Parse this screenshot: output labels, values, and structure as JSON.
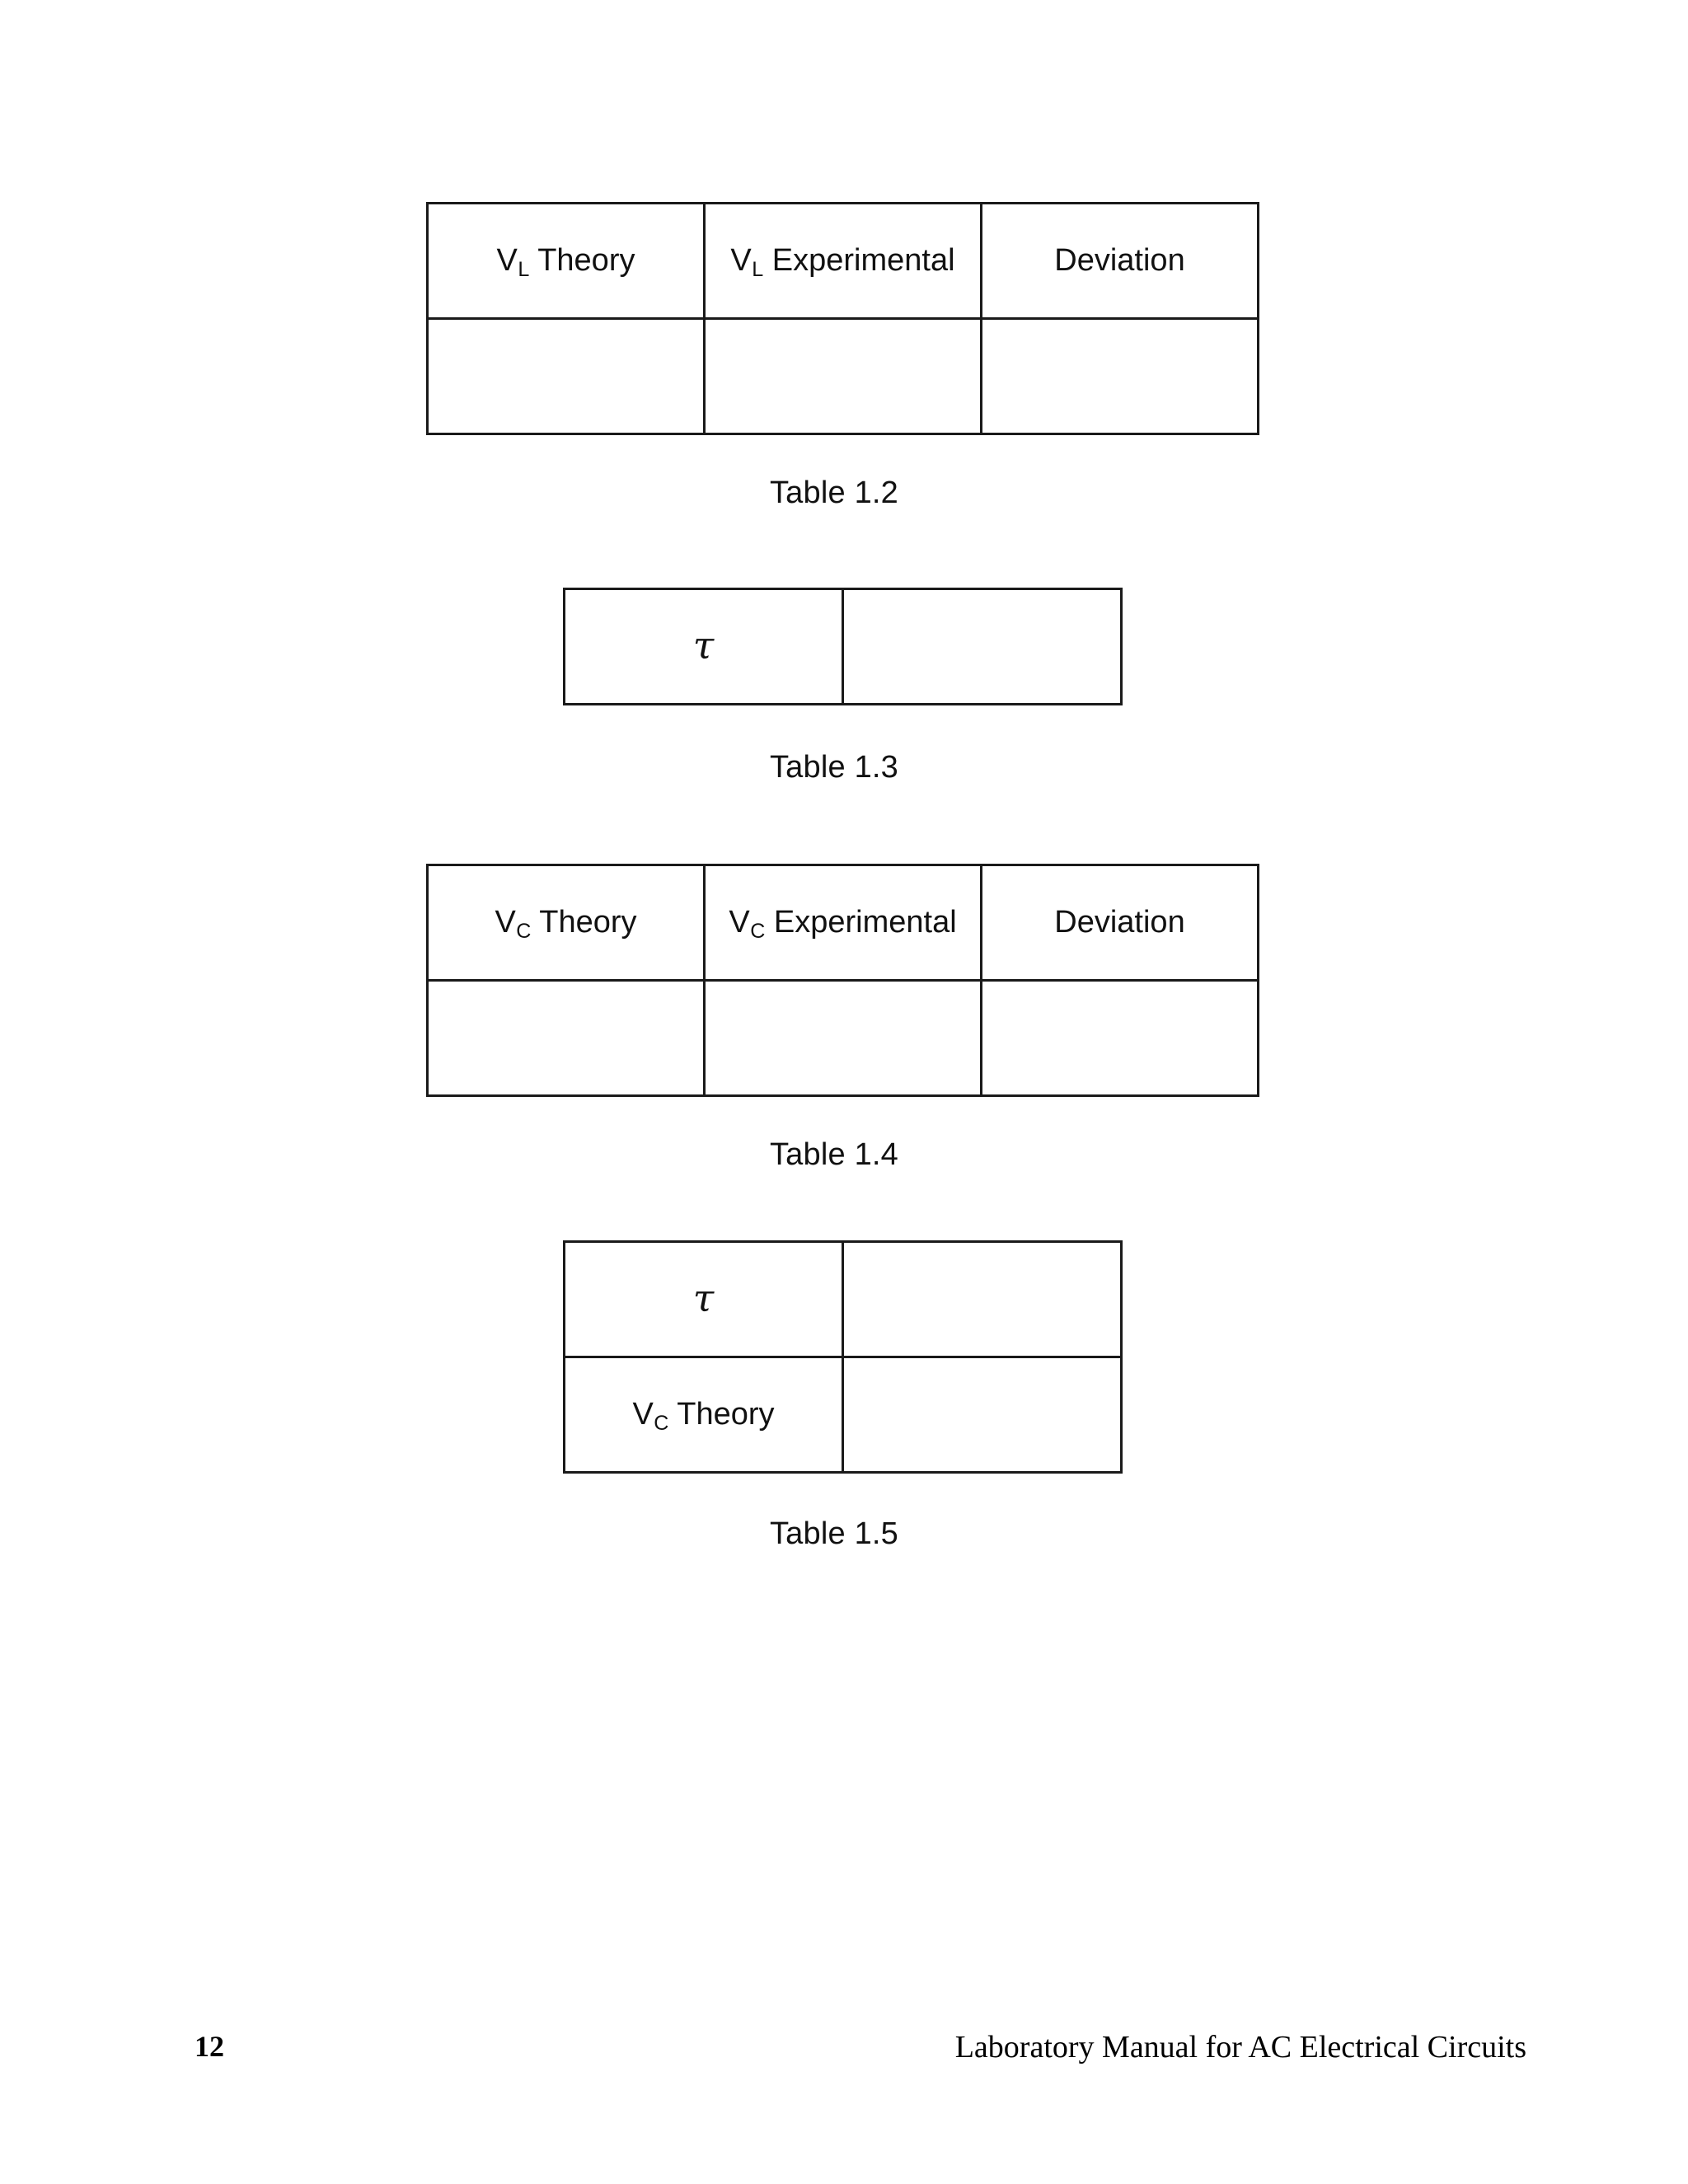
{
  "document": {
    "page_number": "12",
    "footer_title": "Laboratory Manual for AC Electrical Circuits"
  },
  "tables": [
    {
      "id": "table-vl",
      "caption": "Table 1.2",
      "columns": 3,
      "headers": [
        "V_L Theory",
        "V_L Experimental",
        "Deviation"
      ],
      "header_parts": [
        {
          "base": "V",
          "sub": "L",
          "rest": " Theory"
        },
        {
          "base": "V",
          "sub": "L",
          "rest": " Experimental"
        },
        {
          "base": "",
          "sub": "",
          "rest": "Deviation"
        }
      ],
      "rows": [
        [
          "",
          "",
          ""
        ]
      ]
    },
    {
      "id": "table-tau-l",
      "caption": "Table 1.3",
      "columns": 2,
      "rows": [
        [
          "τ",
          ""
        ]
      ]
    },
    {
      "id": "table-vc",
      "caption": "Table 1.4",
      "columns": 3,
      "headers": [
        "V_C Theory",
        "V_C Experimental",
        "Deviation"
      ],
      "header_parts": [
        {
          "base": "V",
          "sub": "C",
          "rest": " Theory"
        },
        {
          "base": "V",
          "sub": "C",
          "rest": " Experimental"
        },
        {
          "base": "",
          "sub": "",
          "rest": "Deviation"
        }
      ],
      "rows": [
        [
          "",
          "",
          ""
        ]
      ]
    },
    {
      "id": "table-tau-c",
      "caption": "Table 1.5",
      "columns": 2,
      "rows": [
        [
          "τ",
          ""
        ],
        [
          "V_C Theory",
          ""
        ]
      ],
      "row_label_parts": [
        {
          "symbol": "τ"
        },
        {
          "base": "V",
          "sub": "C",
          "rest": " Theory"
        }
      ]
    }
  ],
  "captions": {
    "t1_2": "Table 1.2",
    "t1_3": "Table 1.3",
    "t1_4": "Table 1.4",
    "t1_5": "Table 1.5"
  },
  "symbols": {
    "tau": "τ",
    "v": "V",
    "sub_l": "L",
    "sub_c": "C",
    "theory": " Theory",
    "experimental": " Experimental",
    "deviation": "Deviation"
  },
  "colors": {
    "text": "#111111",
    "border": "#1a1a1a",
    "background": "#ffffff"
  }
}
